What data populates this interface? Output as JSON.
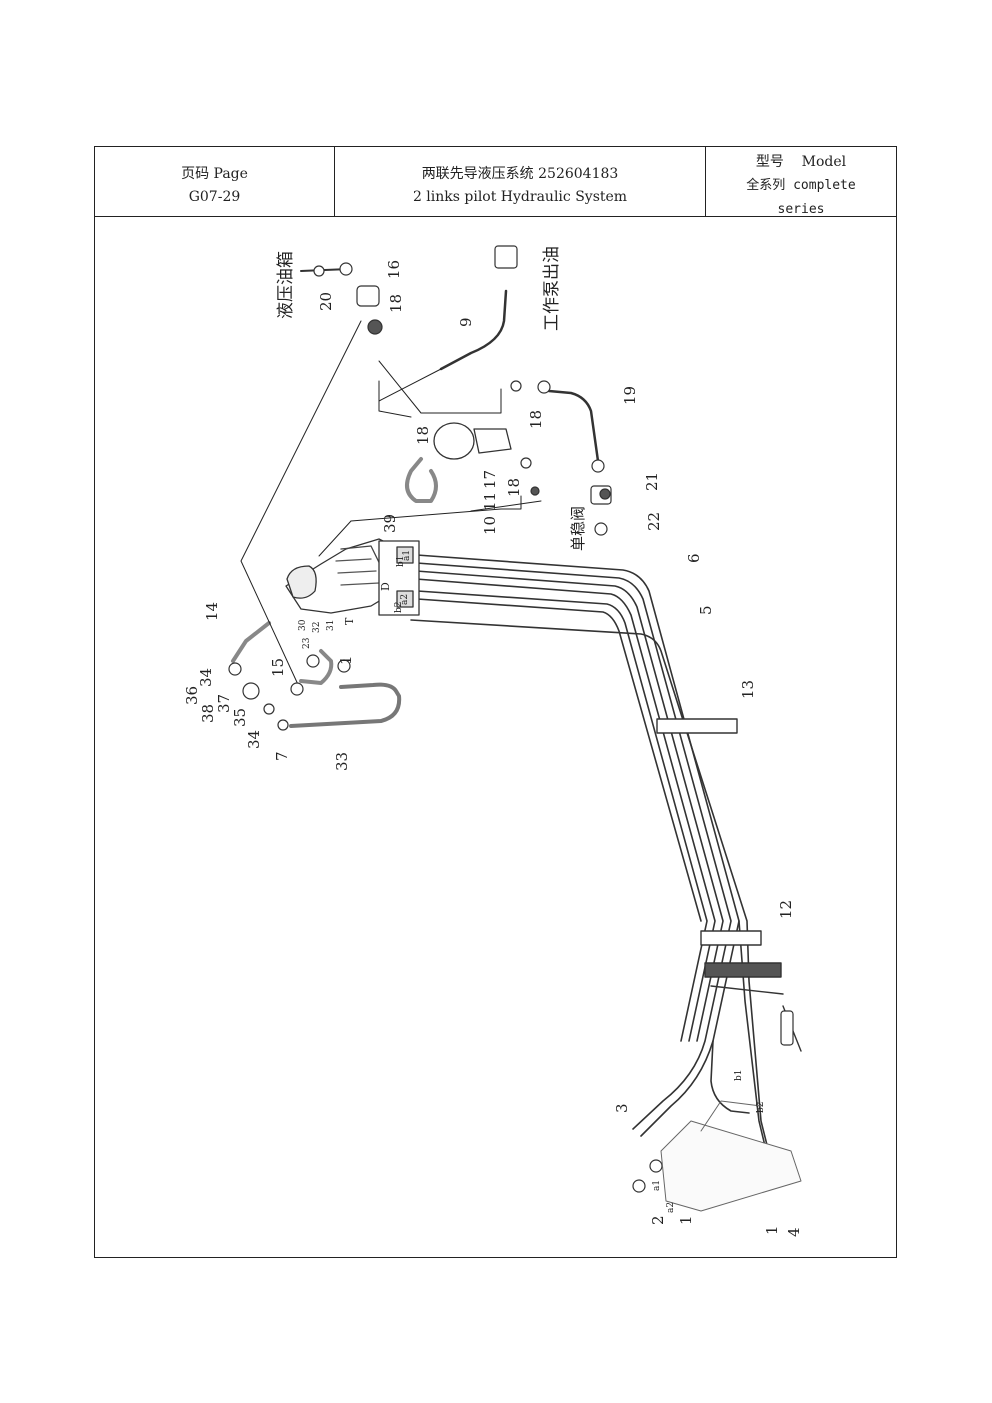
{
  "header": {
    "page_label": "页码 Page",
    "page_number": "G07-29",
    "title_cn": "两联先导液压系统 252604183",
    "title_en": "2 links pilot Hydraulic System",
    "model_label": "型号    Model",
    "model_value_line1": "全系列 complete",
    "model_value_line2": "series"
  },
  "drawing": {
    "labels_cn": {
      "tank": "液压油箱",
      "pump_outlet": "工作泵出油",
      "check_valve": "单稳阀"
    },
    "part_numbers": {
      "p1": "1",
      "p1b": "1",
      "p1c": "1",
      "p2": "2",
      "p3": "3",
      "p4": "4",
      "p5": "5",
      "p6": "6",
      "p7": "7",
      "p9": "9",
      "p10": "10",
      "p11": "11",
      "p12": "12",
      "p13": "13",
      "p14": "14",
      "p15": "15",
      "p16": "16",
      "p17": "17",
      "p18a": "18",
      "p18b": "18",
      "p18c": "18",
      "p18d": "18",
      "p19": "19",
      "p20": "20",
      "p21": "21",
      "p22": "22",
      "p23": "23",
      "p30": "30",
      "p31": "31",
      "p32": "32",
      "p33": "33",
      "p34a": "34",
      "p34b": "34",
      "p35": "35",
      "p36": "36",
      "p37": "37",
      "p38": "38",
      "p39": "39"
    },
    "port_labels": {
      "T": "T",
      "D": "D",
      "a1": "a1",
      "b1": "b1",
      "a2": "a2",
      "b2": "b2",
      "pa1": "a1",
      "pa2": "a2",
      "pb1": "b1",
      "pb2": "b2"
    }
  }
}
